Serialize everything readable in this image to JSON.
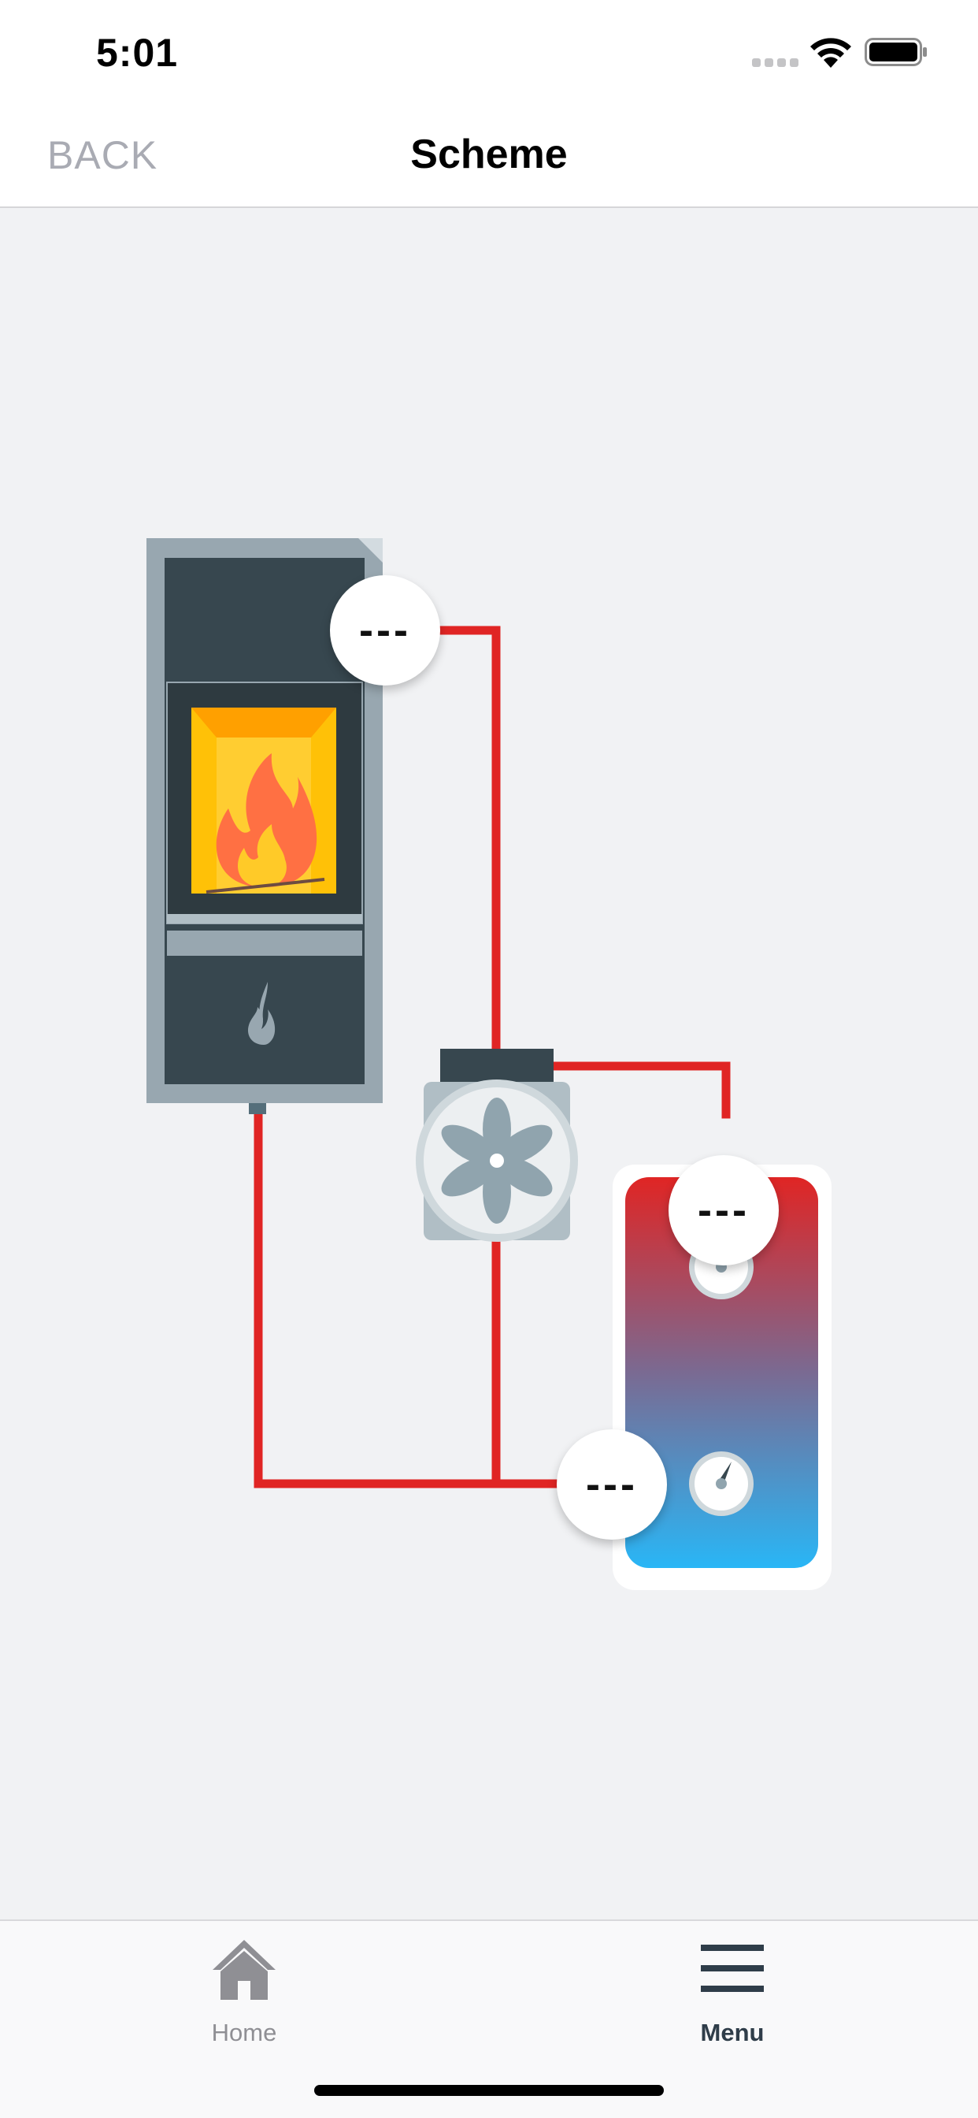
{
  "status_bar": {
    "time": "5:01"
  },
  "nav": {
    "back_label": "BACK",
    "title": "Scheme"
  },
  "scheme": {
    "stove_outlet_value": "---",
    "tank_top_value": "---",
    "tank_bottom_value": "---",
    "colors": {
      "pipe": "#e02524",
      "stove_body": "#37474f",
      "stove_frame": "#98a7b0",
      "flame_yellow": "#ffc107",
      "tank_hot": "#e02524",
      "tank_cold": "#29b6f6",
      "pump_gray": "#b0bec5"
    }
  },
  "tab_bar": {
    "items": [
      {
        "label": "Home",
        "icon": "home-icon"
      },
      {
        "label": "Menu",
        "icon": "menu-icon"
      }
    ]
  }
}
